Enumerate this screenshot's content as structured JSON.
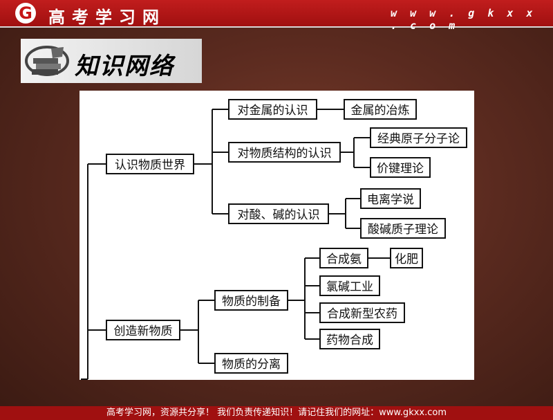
{
  "header": {
    "logo_letter": "G",
    "site_title": "高考学习网",
    "site_url": "w w w . g k x x . c o m"
  },
  "section_title": "知识网络",
  "tree": {
    "root_a": "认识物质世界",
    "a1": "对金属的认识",
    "a1_1": "金属的冶炼",
    "a2": "对物质结构的认识",
    "a2_1": "经典原子分子论",
    "a2_2": "价键理论",
    "a3": "对酸、碱的认识",
    "a3_1": "电离学说",
    "a3_2": "酸碱质子理论",
    "root_b": "创造新物质",
    "b1": "物质的制备",
    "b1_1": "合成氨",
    "b1_1_1": "化肥",
    "b1_2": "氯碱工业",
    "b1_3": "合成新型农药",
    "b1_4": "药物合成",
    "b2": "物质的分离"
  },
  "footer": {
    "text": "高考学习网，资源共分享！  我们负责传递知识！请记住我们的网址：www.gkxx.com"
  },
  "colors": {
    "header_red": "#b41515",
    "background": "#5a2a1f",
    "panel": "#ffffff"
  }
}
